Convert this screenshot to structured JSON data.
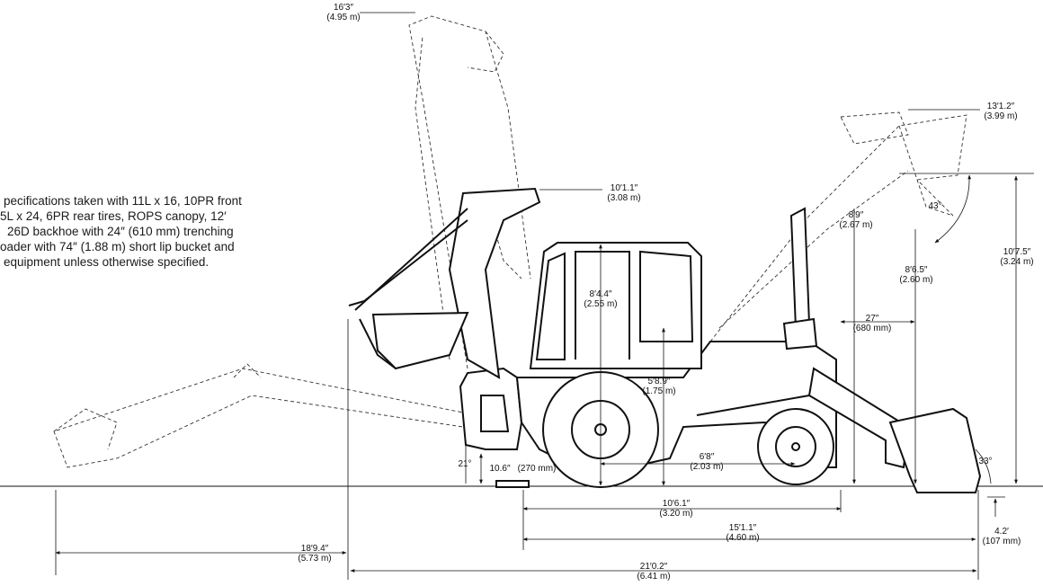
{
  "note_lines": [
    "pecifications taken with 11L x 16, 10PR front",
    "5L x 24, 6PR rear tires, ROPS canopy, 12′",
    "26D backhoe with 24″ (610 mm) trenching",
    "oader with 74″ (1.88 m) short lip bucket and",
    "equipment unless otherwise specified."
  ],
  "dimensions": {
    "hoe_reach_height": [
      "16′3″",
      "(4.95 m)"
    ],
    "loader_lift_height": [
      "13′1.2″",
      "(3.99 m)"
    ],
    "hoe_transport_height": [
      "10′1.1″",
      "(3.08 m)"
    ],
    "dump_height": [
      "8′9″",
      "(2.67 m)"
    ],
    "dump_clearance": [
      "8′6.5″",
      "(2.60 m)"
    ],
    "hinge_pin_height": [
      "10′7.5″",
      "(3.24 m)"
    ],
    "dump_angle": [
      "43°"
    ],
    "cab_height": [
      "8′4.4″",
      "(2.55 m)"
    ],
    "reach_at_dump": [
      "27″",
      "(680 mm)"
    ],
    "seat_height": [
      "5′8.9″",
      "(1.75 m)"
    ],
    "wheelbase": [
      "6′8″",
      "(2.03 m)"
    ],
    "ground_clearance": [
      "10.6″",
      "(270 mm)"
    ],
    "departure_angle": [
      "21°"
    ],
    "rollback_angle": [
      "33°"
    ],
    "center_to_bucket": [
      "10′6.1″",
      "(3.20 m)"
    ],
    "axle_to_bucket": [
      "15′1.1″",
      "(4.60 m)"
    ],
    "digging_depth": [
      "4.2′",
      "(107 mm)"
    ],
    "hoe_reach": [
      "18′9.4″",
      "(5.73 m)"
    ],
    "overall_length": [
      "21′0.2″",
      "(6.41 m)"
    ]
  },
  "colors": {
    "ink": "#111111",
    "paper": "#ffffff"
  }
}
